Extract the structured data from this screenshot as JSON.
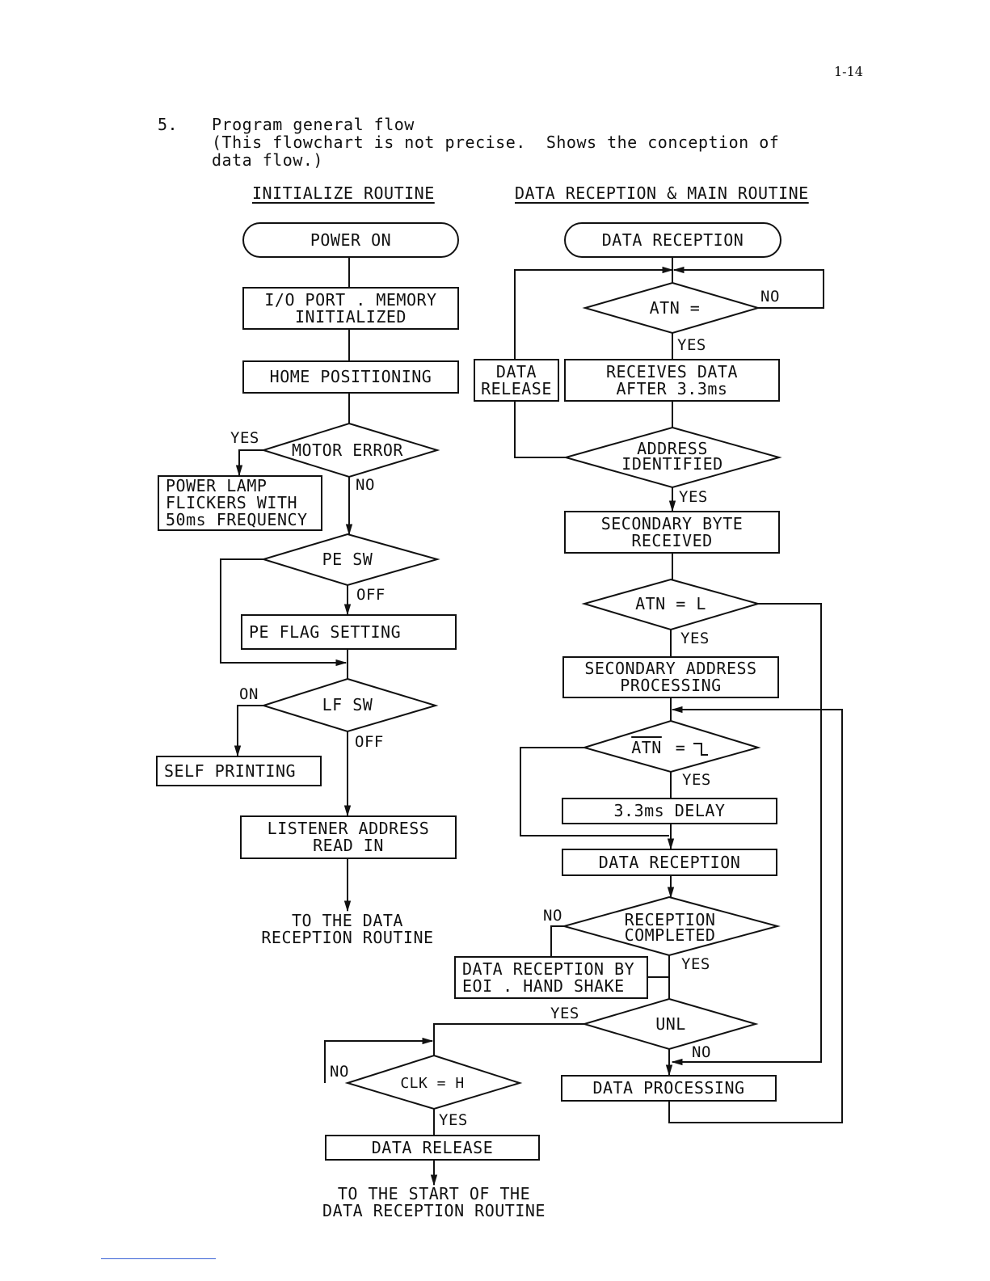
{
  "page_number": "1-14",
  "section": {
    "number": "5.",
    "title": "Program general flow",
    "note_line1": "(This flowchart is not precise.  Shows the conception of",
    "note_line2": "data flow.)"
  },
  "initialize_routine": {
    "heading": "INITIALIZE ROUTINE",
    "power_on": "POWER ON",
    "io_port": "I/O PORT . MEMORY\nINITIALIZED",
    "home_positioning": "HOME POSITIONING",
    "motor_error": "MOTOR ERROR",
    "motor_error_yes": "YES",
    "motor_error_no": "NO",
    "power_lamp": "POWER LAMP\nFLICKERS WITH\n50ms FREQUENCY",
    "pe_sw": "PE SW",
    "pe_sw_off": "OFF",
    "pe_flag": "PE FLAG SETTING",
    "lf_sw": "LF SW",
    "lf_sw_on": "ON",
    "lf_sw_off": "OFF",
    "self_printing": "SELF PRINTING",
    "listener_address": "LISTENER ADDRESS\nREAD IN",
    "to_data_reception": "TO THE DATA\nRECEPTION ROUTINE"
  },
  "main_routine": {
    "heading": "DATA RECEPTION & MAIN ROUTINE",
    "data_reception_start": "DATA RECEPTION",
    "atn_eq": "ATN =",
    "atn_eq_no": "NO",
    "atn_eq_yes": "YES",
    "data_release_side": "DATA\nRELEASE",
    "receives_data": "RECEIVES DATA\nAFTER 3.3ms",
    "address_identified": "ADDRESS\nIDENTIFIED",
    "address_identified_yes": "YES",
    "secondary_byte": "SECONDARY BYTE\nRECEIVED",
    "atn_l": "ATN = L",
    "atn_l_yes": "YES",
    "secondary_address": "SECONDARY ADDRESS\nPROCESSING",
    "atn_edge_text": "ATN",
    "atn_edge_eq": "=",
    "atn_edge_yes": "YES",
    "delay": "3.3ms DELAY",
    "data_reception_2": "DATA RECEPTION",
    "reception_completed": "RECEPTION\nCOMPLETED",
    "reception_completed_no": "NO",
    "reception_completed_yes": "YES",
    "eoi_handshake": "DATA RECEPTION BY\nEOI . HAND SHAKE",
    "unl": "UNL",
    "unl_yes": "YES",
    "unl_no": "NO",
    "data_processing": "DATA PROCESSING",
    "clk_h": "CLK = H",
    "clk_no": "NO",
    "clk_yes": "YES",
    "data_release_bottom": "DATA RELEASE",
    "to_start": "TO THE START OF THE\nDATA RECEPTION ROUTINE"
  }
}
